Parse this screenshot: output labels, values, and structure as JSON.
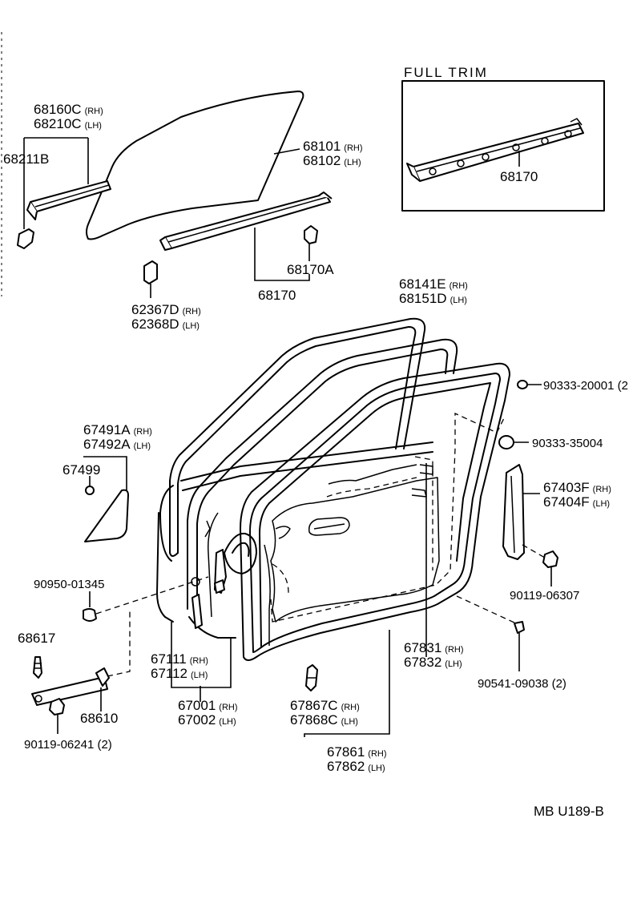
{
  "inset_title": "FULL TRIM",
  "diagram_code": "MB U189-B",
  "parts": [
    {
      "number": "68160C",
      "side": "(RH)"
    },
    {
      "number": "68210C",
      "side": "(LH)"
    },
    {
      "number": "68211B",
      "side": ""
    },
    {
      "number": "68101",
      "side": "(RH)"
    },
    {
      "number": "68102",
      "side": "(LH)"
    },
    {
      "number": "68170",
      "side": ""
    },
    {
      "number": "68170A",
      "side": ""
    },
    {
      "number": "68170",
      "side": ""
    },
    {
      "number": "62367D",
      "side": "(RH)"
    },
    {
      "number": "62368D",
      "side": "(LH)"
    },
    {
      "number": "68141E",
      "side": "(RH)"
    },
    {
      "number": "68151D",
      "side": "(LH)"
    },
    {
      "number": "90333-20001 (2",
      "side": ""
    },
    {
      "number": "90333-35004",
      "side": ""
    },
    {
      "number": "67491A",
      "side": "(RH)"
    },
    {
      "number": "67492A",
      "side": "(LH)"
    },
    {
      "number": "67499",
      "side": ""
    },
    {
      "number": "67403F",
      "side": "(RH)"
    },
    {
      "number": "67404F",
      "side": "(LH)"
    },
    {
      "number": "90950-01345",
      "side": ""
    },
    {
      "number": "90119-06307",
      "side": ""
    },
    {
      "number": "68617",
      "side": ""
    },
    {
      "number": "67111",
      "side": "(RH)"
    },
    {
      "number": "67112",
      "side": "(LH)"
    },
    {
      "number": "67831",
      "side": "(RH)"
    },
    {
      "number": "67832",
      "side": "(LH)"
    },
    {
      "number": "90541-09038 (2)",
      "side": ""
    },
    {
      "number": "68610",
      "side": ""
    },
    {
      "number": "67001",
      "side": "(RH)"
    },
    {
      "number": "67002",
      "side": "(LH)"
    },
    {
      "number": "67867C",
      "side": "(RH)"
    },
    {
      "number": "67868C",
      "side": "(LH)"
    },
    {
      "number": "90119-06241 (2)",
      "side": ""
    },
    {
      "number": "67861",
      "side": "(RH)"
    },
    {
      "number": "67862",
      "side": "(LH)"
    }
  ]
}
